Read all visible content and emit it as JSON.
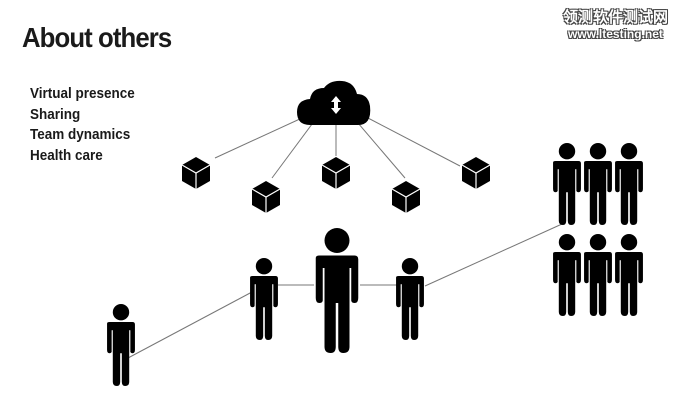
{
  "slide": {
    "title": "About others",
    "bullets": [
      "Virtual presence",
      "Sharing",
      "Team dynamics",
      "Health care"
    ]
  },
  "watermark": {
    "chinese": "领测软件测试网",
    "url": "www.ltesting.net"
  },
  "diagram": {
    "cloud": {
      "icon": "cloud-sync-icon",
      "connected_devices": 5
    },
    "devices": [
      {
        "name": "device-cube-1"
      },
      {
        "name": "device-cube-2"
      },
      {
        "name": "device-cube-3"
      },
      {
        "name": "device-cube-4"
      },
      {
        "name": "device-cube-5"
      }
    ],
    "people_chain": [
      "person-small-left",
      "person-medium-left",
      "person-large-center",
      "person-medium-right"
    ],
    "group": {
      "rows": 2,
      "per_row": 3
    },
    "colors": {
      "icon": "#000000",
      "line": "#777777"
    }
  }
}
